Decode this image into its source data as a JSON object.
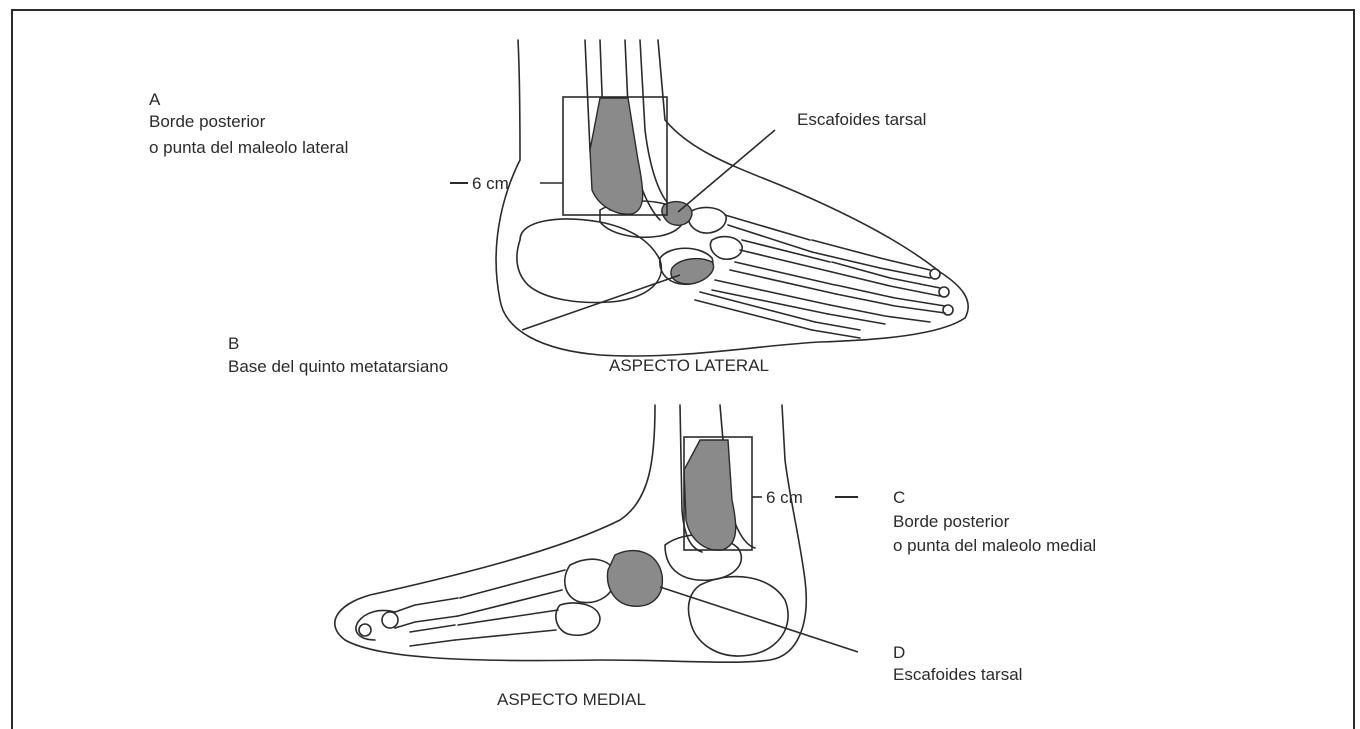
{
  "colors": {
    "ink": "#2b2b2b",
    "shade": "#8a8a8a",
    "paper": "#ffffff"
  },
  "lateral_view": {
    "title": "ASPECTO LATERAL",
    "point_a": {
      "letter": "A",
      "line1": "Borde posterior",
      "line2": "o punta del maleolo lateral"
    },
    "distance": "6 cm",
    "navicular": "Escafoides tarsal",
    "point_b": {
      "letter": "B",
      "text": "Base del quinto metatarsiano"
    }
  },
  "medial_view": {
    "title": "ASPECTO MEDIAL",
    "point_c": {
      "letter": "C",
      "line1": "Borde posterior",
      "line2": "o punta del maleolo medial"
    },
    "distance": "6 cm",
    "point_d": {
      "letter": "D",
      "text": "Escafoides tarsal"
    }
  }
}
